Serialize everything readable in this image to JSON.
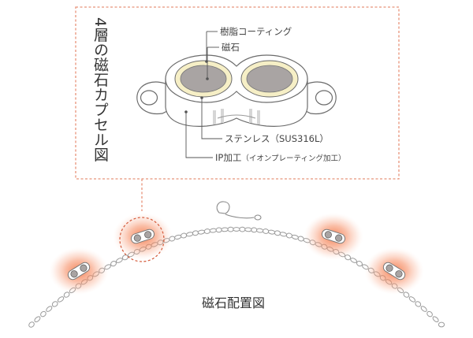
{
  "diagram": {
    "title": "4層の磁石カプセル図",
    "labels": {
      "resin_coating": "樹脂コーティング",
      "magnet": "磁石",
      "stainless_prefix": "ステンレス",
      "stainless_suffix": "（SUS316L）",
      "ip_prefix": "IP加工",
      "ip_suffix": "（イオンプレーティング加工）"
    },
    "caption": "磁石配置図"
  },
  "colors": {
    "frame": "#e8937a",
    "leader": "#555555",
    "chain": "#9a9a9a",
    "magnet_fill": "#a9a4a3",
    "resin_ring": "#f6efc6",
    "glow": "#f47b4a"
  }
}
